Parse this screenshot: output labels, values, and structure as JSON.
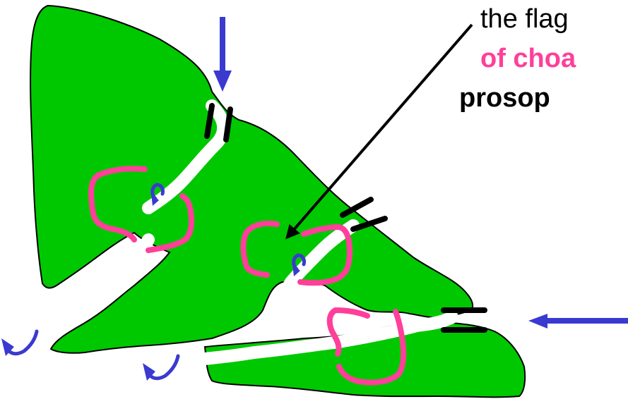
{
  "caption": {
    "line1": "the flag",
    "line2": "of choa",
    "line3": "prosop"
  },
  "colors": {
    "tissue": "#00c800",
    "outline": "#000000",
    "chamber_wall": "#ff3f9a",
    "flow_arrow": "#3a3ad0",
    "caption_text": "#000000",
    "caption_highlight": "#ff3f9a",
    "background": "#ffffff"
  },
  "icons": {
    "inflow_arrow": "down-arrow-icon",
    "side_inflow_arrow": "left-arrow-icon",
    "pointer_arrow": "pointer-arrow-icon",
    "circulation_arrow": "curved-arrow-icon",
    "outflow_arrow": "outflow-curved-arrow-icon"
  }
}
